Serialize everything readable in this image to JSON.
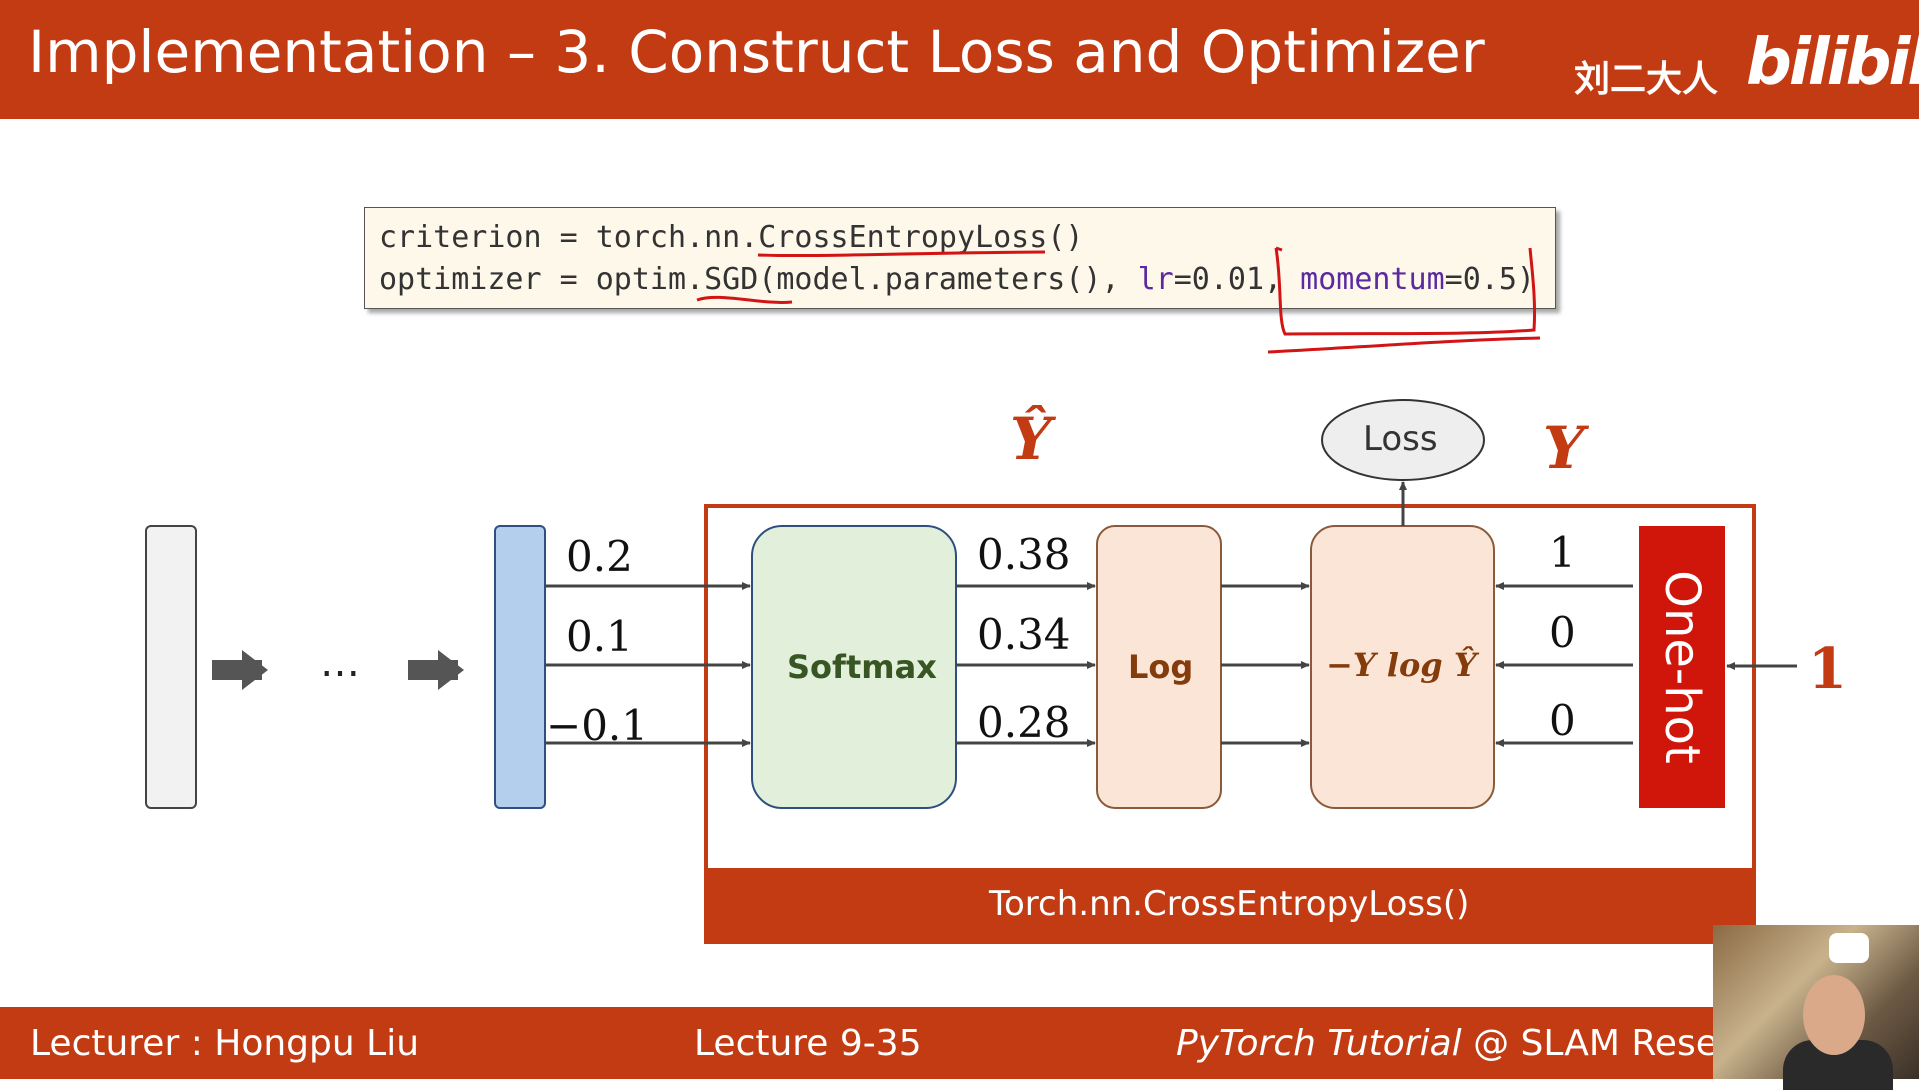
{
  "header": {
    "title": "Implementation – 3. Construct Loss and Optimizer",
    "uploader": "刘二大人",
    "site_logo": "bilibili"
  },
  "code": {
    "line1": "criterion = torch.nn.CrossEntropyLoss()",
    "line2_prefix": "optimizer = optim.SGD(model.parameters(), ",
    "line2_kw1": "lr",
    "line2_val1": "=0.01, ",
    "line2_kw2": "momentum",
    "line2_val2": "=0.5)"
  },
  "diagram": {
    "y_hat_label": "Ŷ",
    "y_label": "Y",
    "loss_label": "Loss",
    "dots": "…",
    "logits": [
      "0.2",
      "0.1",
      "−0.1"
    ],
    "softmax_label": "Softmax",
    "probs": [
      "0.38",
      "0.34",
      "0.28"
    ],
    "log_label": "Log",
    "nll_label": "−Y log Ŷ",
    "one_hot_values": [
      "1",
      "0",
      "0"
    ],
    "one_hot_label": "One-hot",
    "target_label": "1",
    "cross_entropy_label": "Torch.nn.CrossEntropyLoss()"
  },
  "footer": {
    "lecturer": "Lecturer : Hongpu Liu",
    "lecture": "Lecture 9-35",
    "course_italic": "PyTorch Tutorial",
    "course_rest": " @ SLAM Resea"
  },
  "colors": {
    "brand": "#c23b13",
    "one_hot_red": "#d0150a",
    "softmax_fill": "#e2efda",
    "log_fill": "#fbe5d6",
    "vector_fill": "#b4cfee"
  }
}
